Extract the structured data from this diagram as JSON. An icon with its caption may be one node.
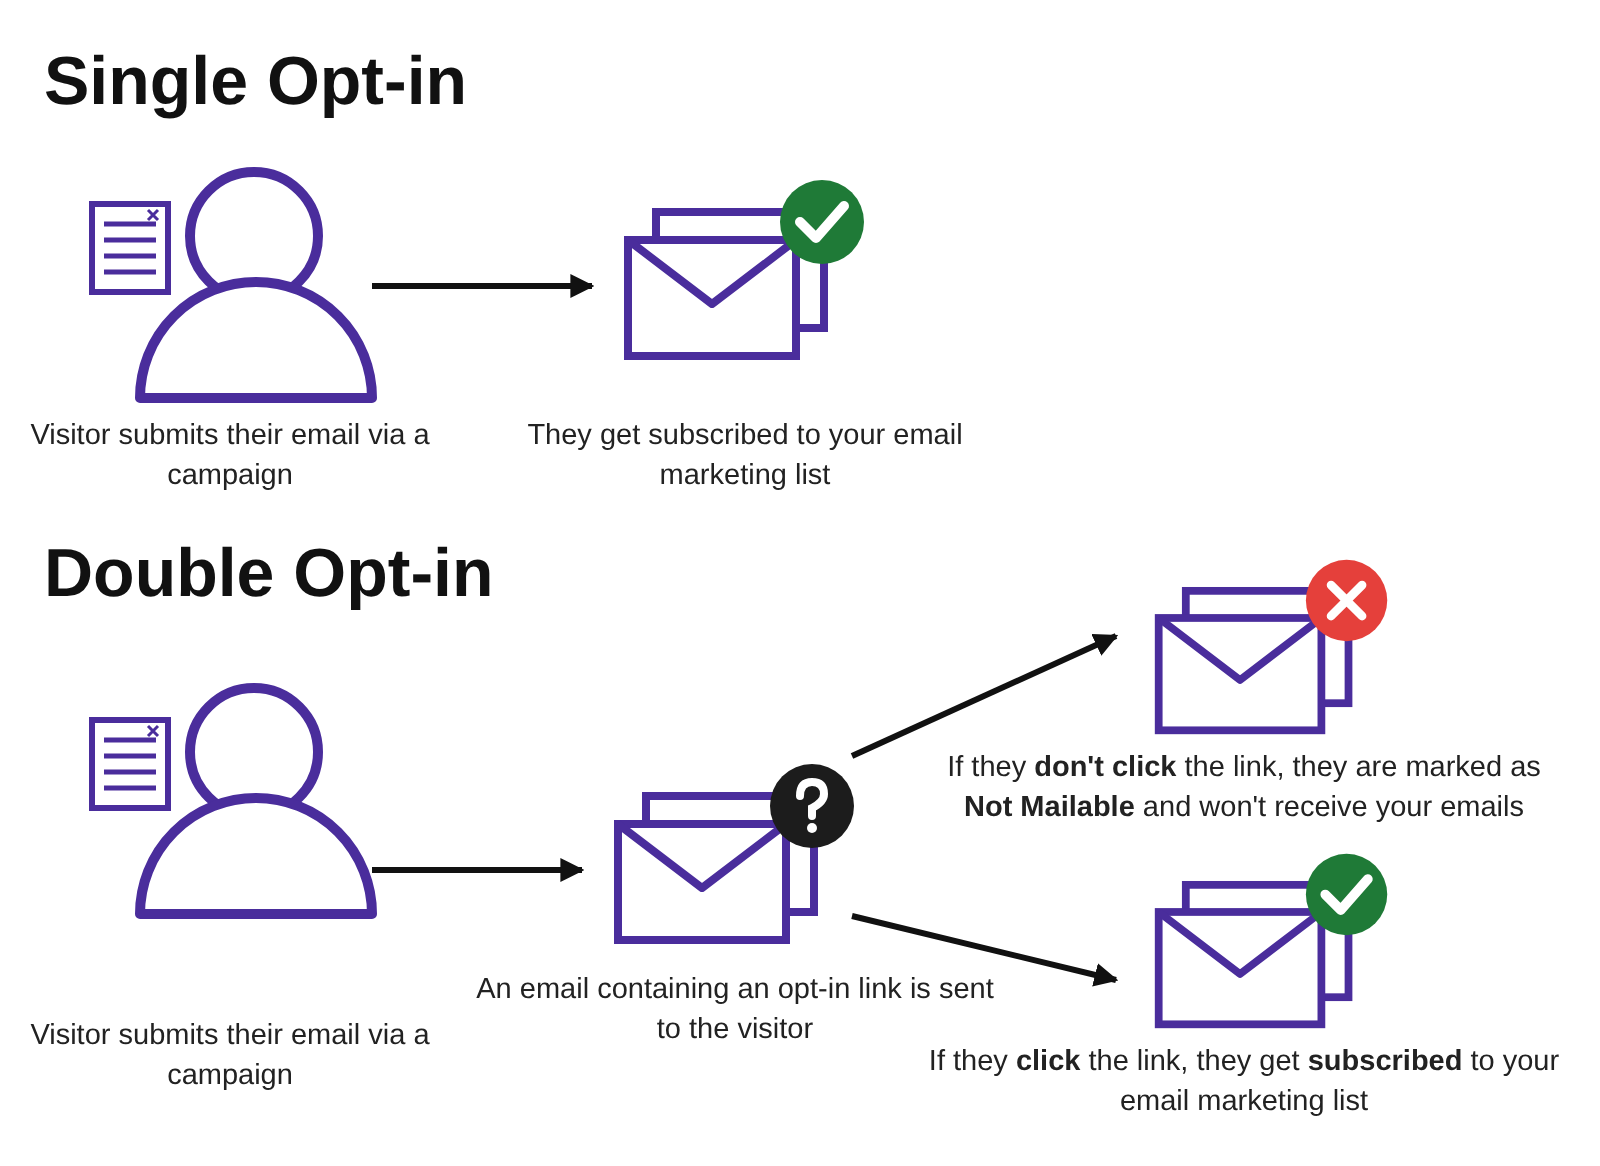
{
  "diagram": {
    "nodes": [
      {
        "text": [],
        "shape": "picture",
        "beside": [
          "Visitor submits their email via a campaign"
        ]
      },
      {
        "text": [],
        "shape": "picture",
        "beside": [
          "They get subscribed to your email marketing list"
        ]
      },
      {
        "text": [],
        "shape": "picture",
        "beside": [
          "Visitor submits their email via a campaign"
        ]
      },
      {
        "text": [],
        "shape": "picture",
        "beside": [
          "An email containing an opt-in link is sent to the visitor"
        ]
      },
      {
        "text": [],
        "shape": "picture",
        "beside": [
          "If they **don't click** the link, they are marked as **Not Mailable** and won't receive your emails"
        ]
      },
      {
        "text": [],
        "shape": "picture",
        "beside": [
          "If they **click** the link, they get **subscribed** to your email marketing list"
        ]
      }
    ],
    "edges": [
      {
        "from": 0,
        "to": 1,
        "arrow": "to"
      },
      {
        "from": 2,
        "to": 3,
        "arrow": "to"
      },
      {
        "from": 3,
        "to": 4,
        "arrow": "to"
      },
      {
        "from": 3,
        "to": 5,
        "arrow": "to"
      }
    ],
    "labels": [
      "Single Opt-in",
      "Double Opt-in"
    ]
  }
}
